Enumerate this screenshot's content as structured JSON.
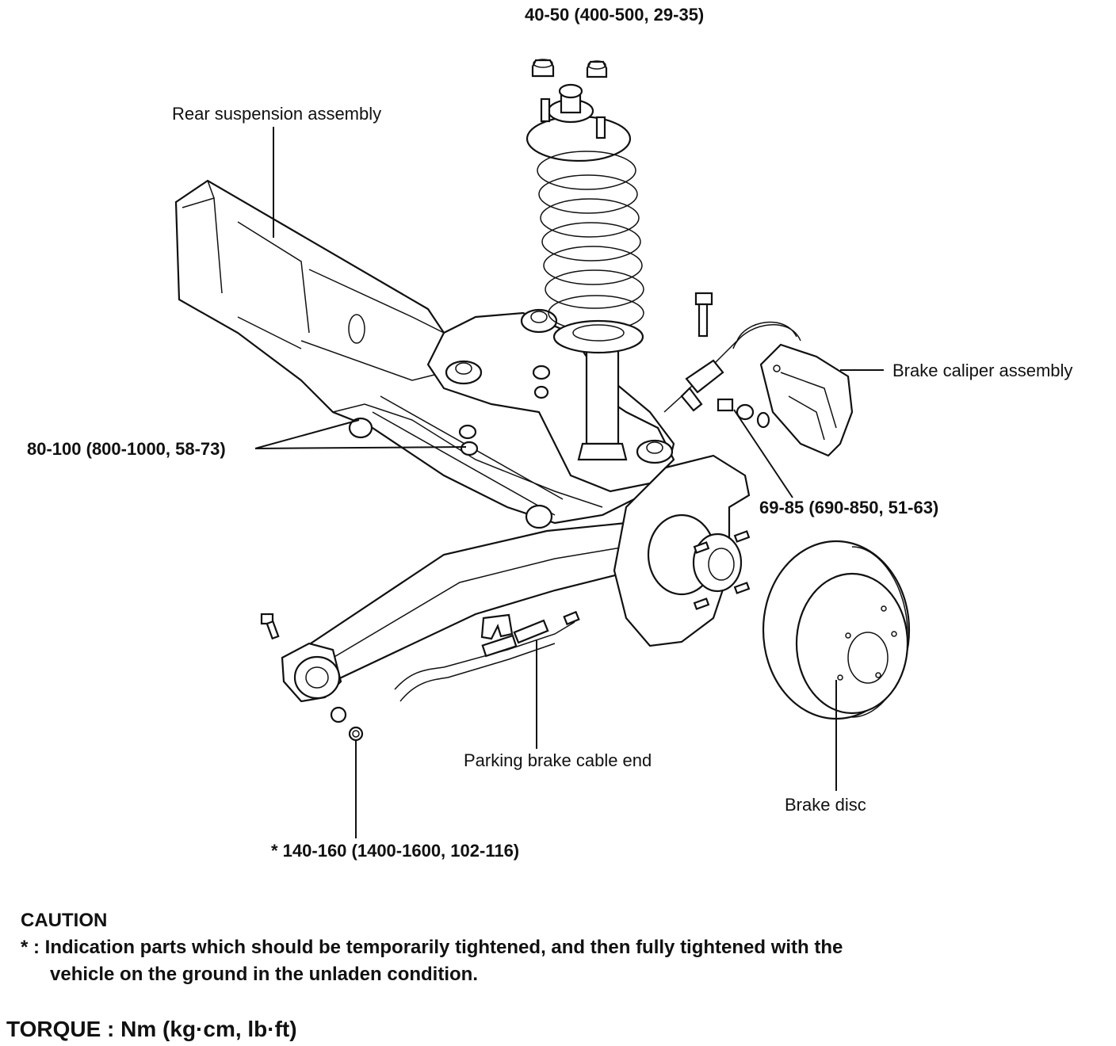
{
  "labels": {
    "strut_torque": "40-50 (400-500, 29-35)",
    "rear_suspension_assembly": "Rear suspension assembly",
    "brake_caliper_assembly": "Brake caliper assembly",
    "crossmember_torque": "80-100 (800-1000, 58-73)",
    "caliper_torque": "69-85 (690-850, 51-63)",
    "parking_brake_cable_end": "Parking brake cable end",
    "brake_disc": "Brake disc",
    "trailing_arm_torque": "* 140-160 (1400-1600, 102-116)"
  },
  "caution": {
    "title": "CAUTION",
    "line1": "* : Indication parts which should be temporarily tightened, and then fully tightened with the",
    "line2": "vehicle on the ground in the unladen condition."
  },
  "torque_units": "TORQUE : Nm (kg·cm, lb·ft)"
}
